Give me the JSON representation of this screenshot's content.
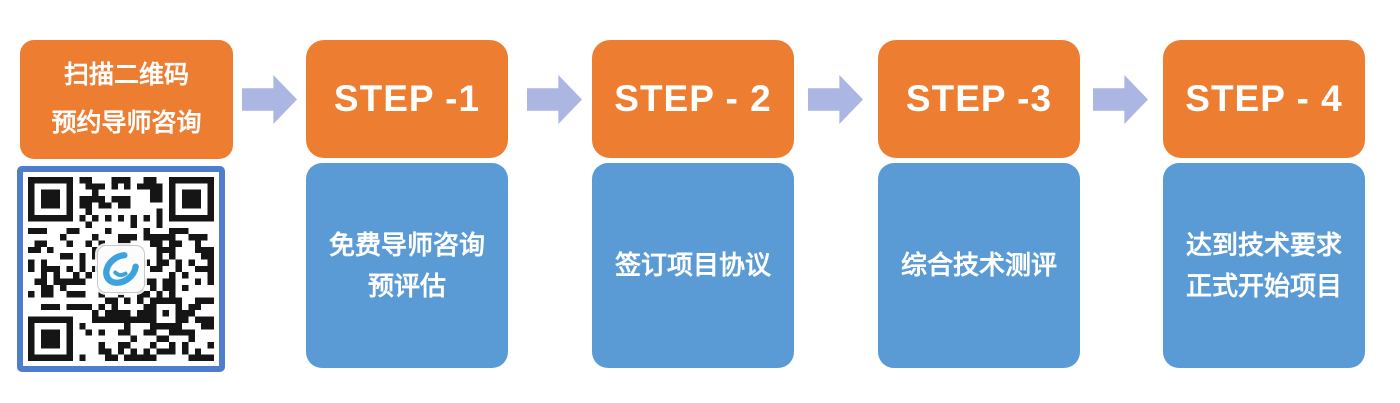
{
  "colors": {
    "orange": "#ED7D31",
    "blue": "#5B9BD5",
    "arrow": "#ACB6E2",
    "qr_border": "#4F7DCE",
    "logo_blue": "#3DA3DC",
    "qr_dark": "#151515"
  },
  "intro_card": {
    "line1": "扫描二维码",
    "line2": "预约导师咨询"
  },
  "qr": {
    "name": "wechat-qr-code"
  },
  "steps": [
    {
      "title": "STEP -1",
      "desc": [
        "免费导师咨询",
        "预评估"
      ]
    },
    {
      "title": "STEP - 2",
      "desc": [
        "签订项目协议"
      ]
    },
    {
      "title": "STEP -3",
      "desc": [
        "综合技术测评"
      ]
    },
    {
      "title": "STEP - 4",
      "desc": [
        "达到技术要求",
        "正式开始项目"
      ]
    }
  ]
}
